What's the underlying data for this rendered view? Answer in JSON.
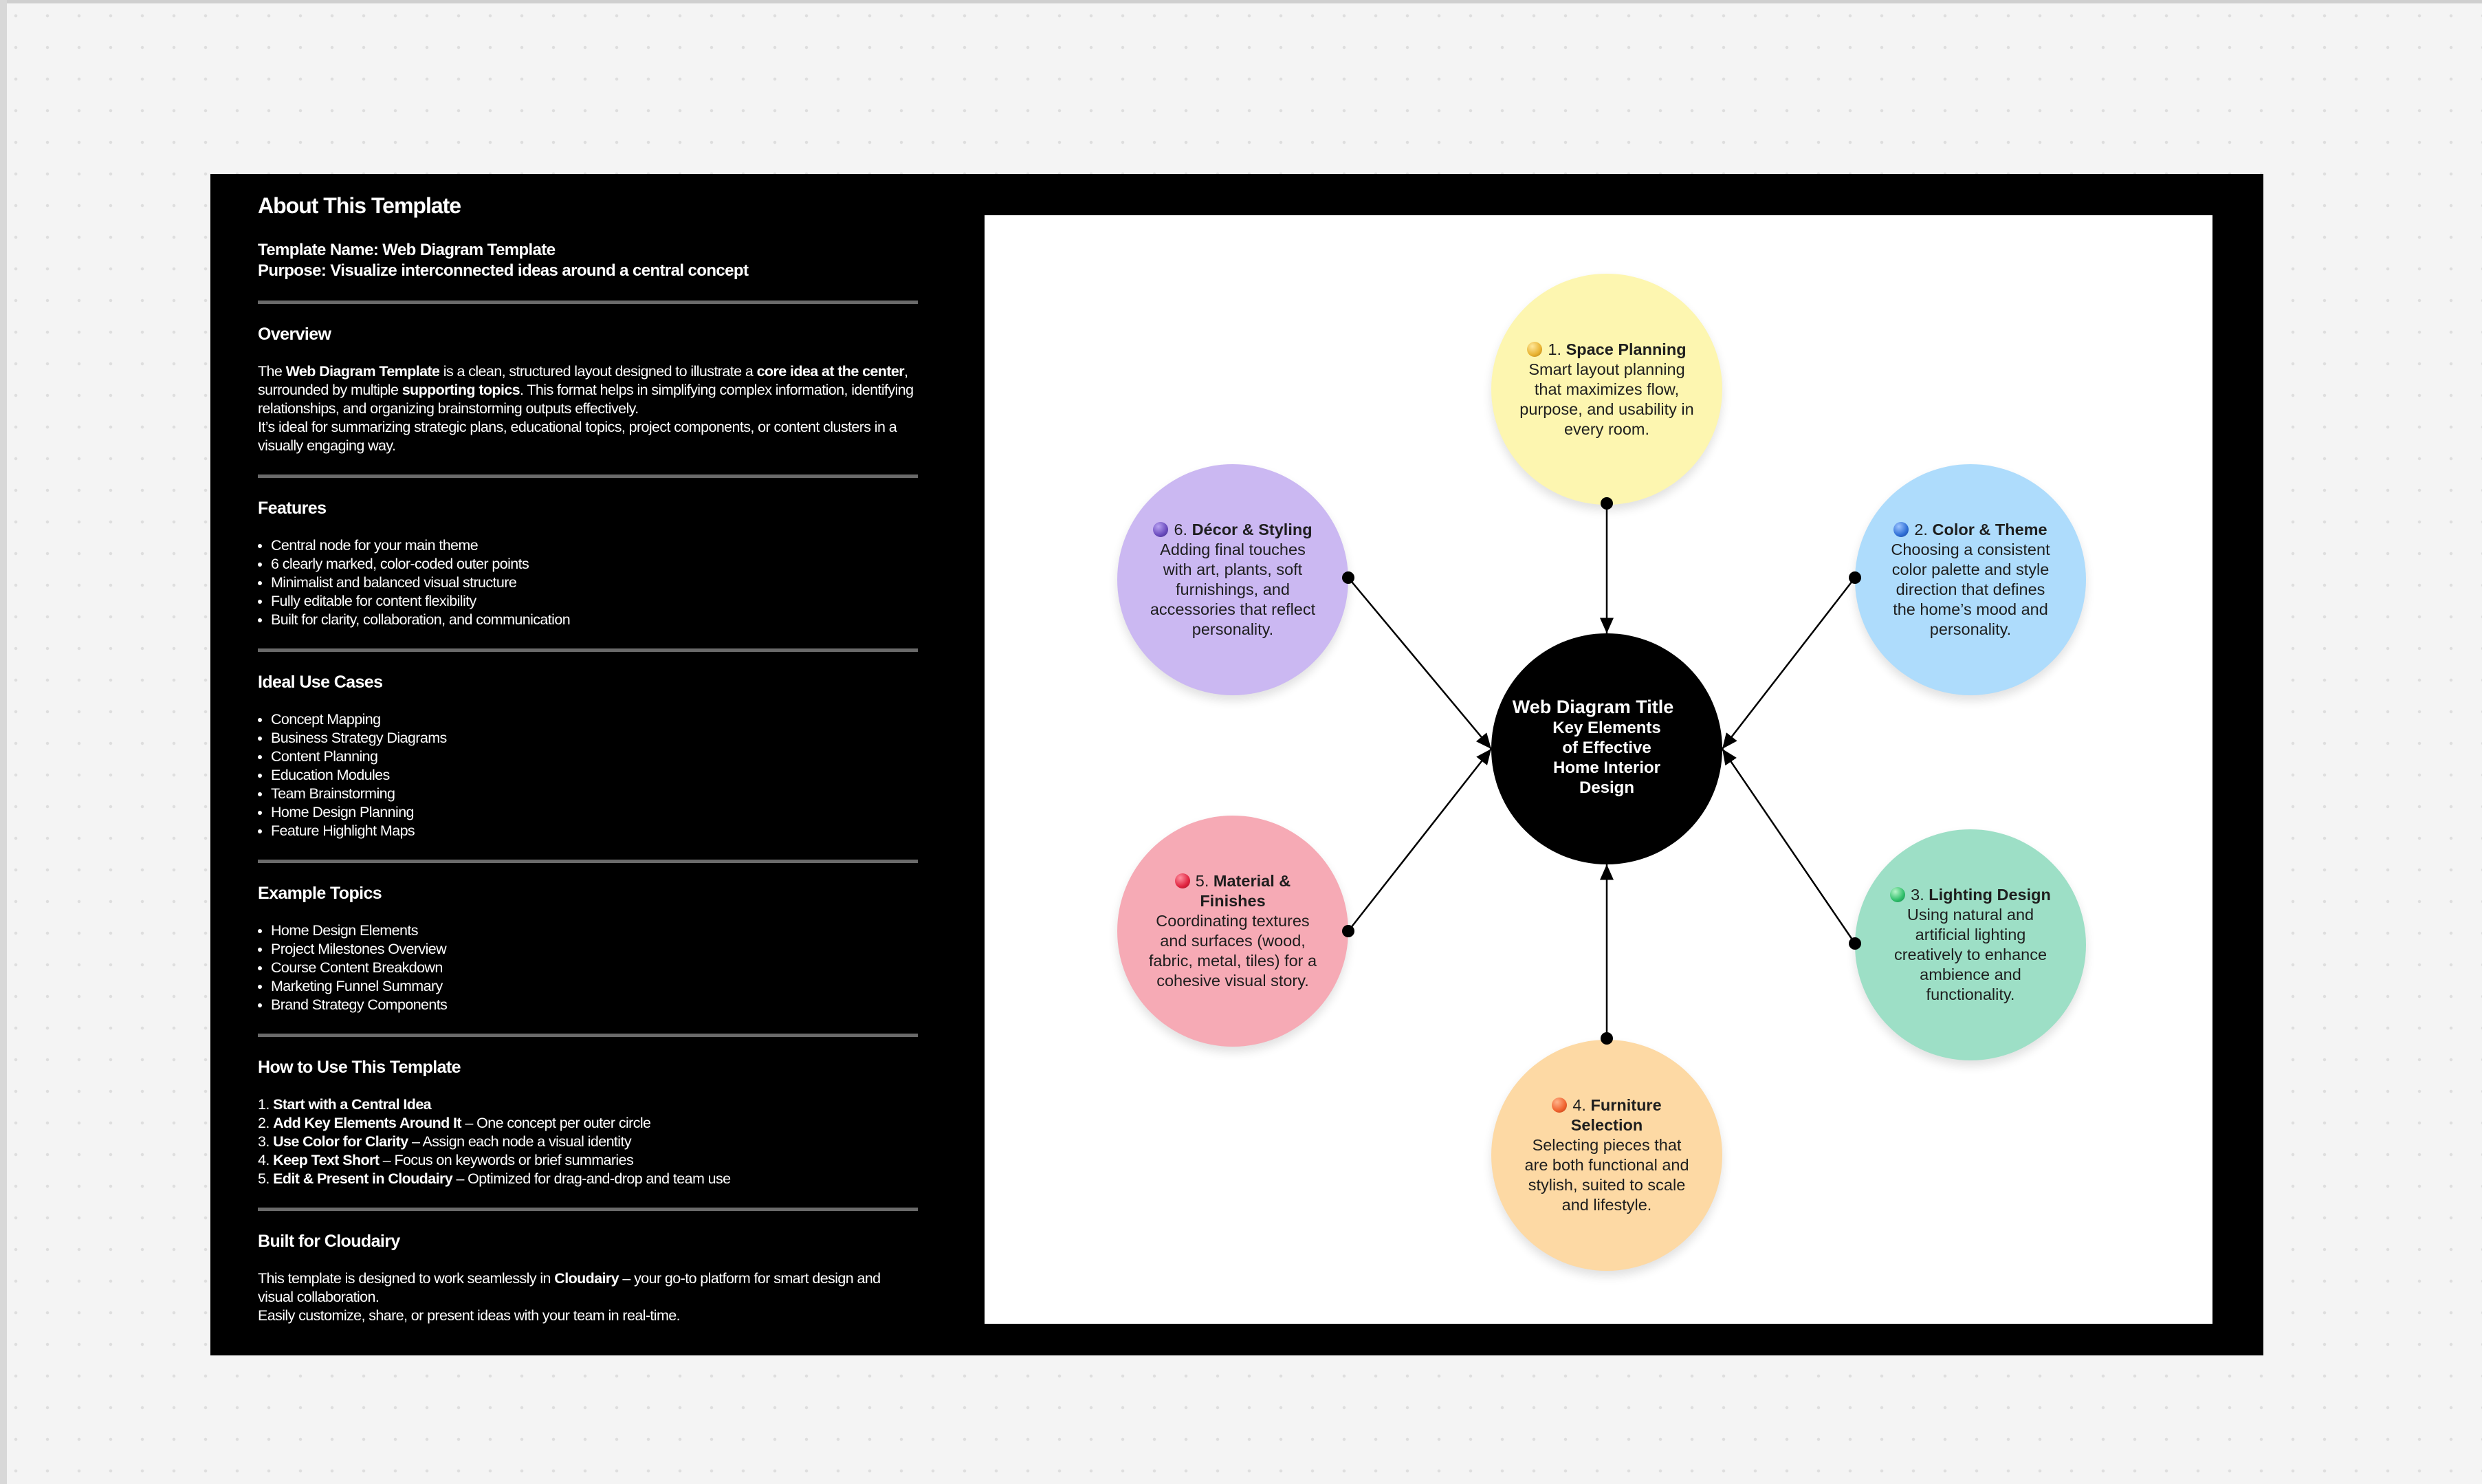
{
  "about": {
    "title": "About This Template",
    "name_label": "Template Name:",
    "name_value": " Web Diagram Template",
    "purpose_label": "Purpose:",
    "purpose_value": " Visualize interconnected ideas around a central concept",
    "overview": {
      "heading": "Overview",
      "p1": [
        "The ",
        "Web Diagram Template",
        " is a clean, structured layout designed to illustrate a ",
        "core idea at the center",
        ", surrounded by multiple ",
        "supporting topics",
        ". This format helps in simplifying complex information, identifying relationships, and organizing brainstorming outputs effectively."
      ],
      "p2": "It’s ideal for summarizing strategic plans, educational topics, project components, or content clusters in a visually engaging way."
    },
    "features": {
      "heading": "Features",
      "items": [
        "Central node for your main theme",
        "6 clearly marked, color-coded outer points",
        "Minimalist and balanced visual structure",
        "Fully editable for content flexibility",
        "Built for clarity, collaboration, and communication"
      ]
    },
    "use_cases": {
      "heading": "Ideal Use Cases",
      "items": [
        "Concept Mapping",
        "Business Strategy Diagrams",
        "Content Planning",
        "Education Modules",
        "Team Brainstorming",
        "Home Design Planning",
        "Feature Highlight Maps"
      ]
    },
    "examples": {
      "heading": "Example Topics",
      "items": [
        "Home Design Elements",
        "Project Milestones Overview",
        "Course Content Breakdown",
        "Marketing Funnel Summary",
        "Brand Strategy Components"
      ]
    },
    "how_to": {
      "heading": "How to Use This Template",
      "items": [
        {
          "n": "1. ",
          "b": "Start with a Central Idea",
          "r": ""
        },
        {
          "n": "2. ",
          "b": "Add Key Elements Around It",
          "r": " – One concept per outer circle"
        },
        {
          "n": "3. ",
          "b": "Use Color for Clarity",
          "r": " – Assign each node a visual identity"
        },
        {
          "n": "4. ",
          "b": "Keep Text Short",
          "r": " – Focus on keywords or brief summaries"
        },
        {
          "n": "5. ",
          "b": "Edit & Present in Cloudairy",
          "r": " – Optimized for drag-and-drop and team use"
        }
      ]
    },
    "built": {
      "heading": "Built for Cloudairy",
      "p1": [
        "This template is designed to work seamlessly in ",
        "Cloudairy",
        " – your go-to platform for smart design and visual collaboration."
      ],
      "p2": "Easily customize, share, or present ideas with your team in real-time."
    }
  },
  "diagram": {
    "center": {
      "title": "Web Diagram Title",
      "subtitle": "Key Elements of Effective Home Interior Design"
    },
    "nodes": [
      {
        "num": "1. ",
        "title": "Space Planning",
        "desc": "Smart layout planning that maximizes flow, purpose, and usability in every room.",
        "color": "#fdf6b0",
        "icon": "gold-ball-icon",
        "icon_color": "#e8b230"
      },
      {
        "num": "2. ",
        "title": "Color & Theme",
        "desc": "Choosing a consistent color palette and style direction that defines the home’s mood and personality.",
        "color": "#aedcfc",
        "icon": "blue-ball-icon",
        "icon_color": "#2f6fd6"
      },
      {
        "num": "3. ",
        "title": "Lighting Design",
        "desc": "Using natural and artificial lighting creatively to enhance ambience and functionality.",
        "color": "#9ddfc6",
        "icon": "green-ball-icon",
        "icon_color": "#2fbf6a"
      },
      {
        "num": "4. ",
        "title": "Furniture Selection",
        "desc": "Selecting pieces that are both functional and stylish, suited to scale and lifestyle.",
        "color": "#fdd9a4",
        "icon": "orange-ball-icon",
        "icon_color": "#f0622e"
      },
      {
        "num": "5. ",
        "title": "Material & Finishes",
        "desc": "Coordinating textures and surfaces (wood, fabric, metal, tiles) for a cohesive visual story.",
        "color": "#f6aab5",
        "icon": "red-ball-icon",
        "icon_color": "#e0233f"
      },
      {
        "num": "6. ",
        "title": "Décor & Styling",
        "desc": "Adding final touches with art, plants, soft furnishings, and accessories that reflect personality.",
        "color": "#cbb8f2",
        "icon": "purple-ball-icon",
        "icon_color": "#6a4bbd"
      }
    ]
  }
}
